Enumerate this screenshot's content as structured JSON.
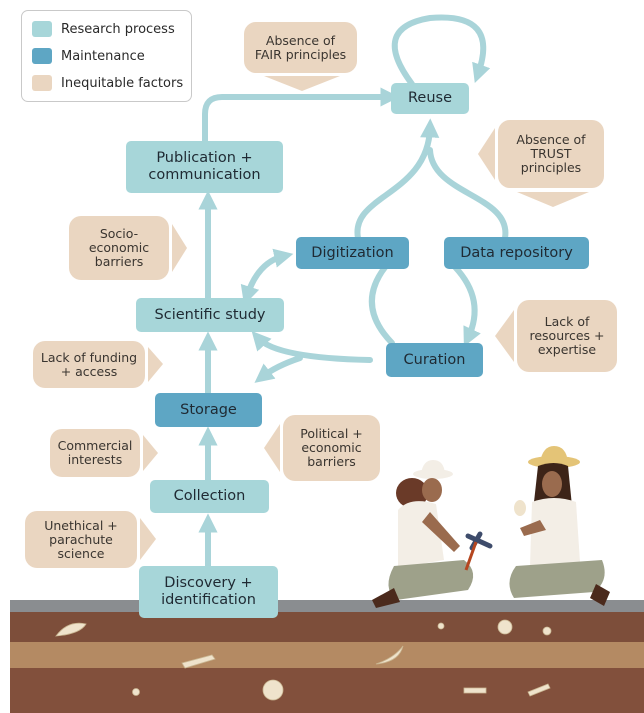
{
  "legend": {
    "items": [
      {
        "label": "Research process",
        "color": "#a7d6d9"
      },
      {
        "label": "Maintenance",
        "color": "#5ea6c4"
      },
      {
        "label": "Inequitable factors",
        "color": "#ead6c1"
      }
    ]
  },
  "colors": {
    "research": "#a7d6d9",
    "maintenance": "#5ea6c4",
    "factor": "#ead6c1",
    "arrow": "#a9d4d9",
    "soil_top": "#8a8d90",
    "soil_brown": "#7d4e3a",
    "soil_tan": "#b48a63",
    "soil_dark": "#82503c"
  },
  "nodes": {
    "reuse": "Reuse",
    "publication": "Publication +\ncommunication",
    "digitization": "Digitization",
    "data_repository": "Data repository",
    "scientific_study": "Scientific study",
    "curation": "Curation",
    "storage": "Storage",
    "collection": "Collection",
    "discovery": "Discovery +\nidentification"
  },
  "factors": {
    "fair": "Absence of\nFAIR principles",
    "trust": "Absence of\nTRUST\nprinciples",
    "socio": "Socio-\neconomic\nbarriers",
    "resources": "Lack of\nresources +\nexpertise",
    "funding": "Lack of funding\n+ access",
    "commercial": "Commercial\ninterests",
    "political": "Political +\neconomic\nbarriers",
    "unethical": "Unethical +\nparachute\nscience"
  }
}
